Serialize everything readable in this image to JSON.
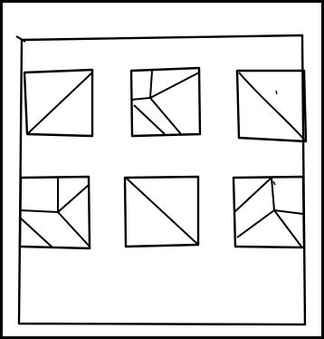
{
  "sketch": {
    "ink_color": "#000000",
    "paper_color": "#ffffff",
    "panels": [
      {
        "name": "panel-top-left",
        "pattern": "single-diagonal"
      },
      {
        "name": "panel-top-middle",
        "pattern": "nested-diagonal-stripes"
      },
      {
        "name": "panel-top-right",
        "pattern": "diagonal-curve"
      },
      {
        "name": "panel-bottom-left",
        "pattern": "nested-diagonal-stripes"
      },
      {
        "name": "panel-bottom-middle",
        "pattern": "single-diagonal"
      },
      {
        "name": "panel-bottom-right",
        "pattern": "nested-diagonal-stripes"
      }
    ]
  }
}
